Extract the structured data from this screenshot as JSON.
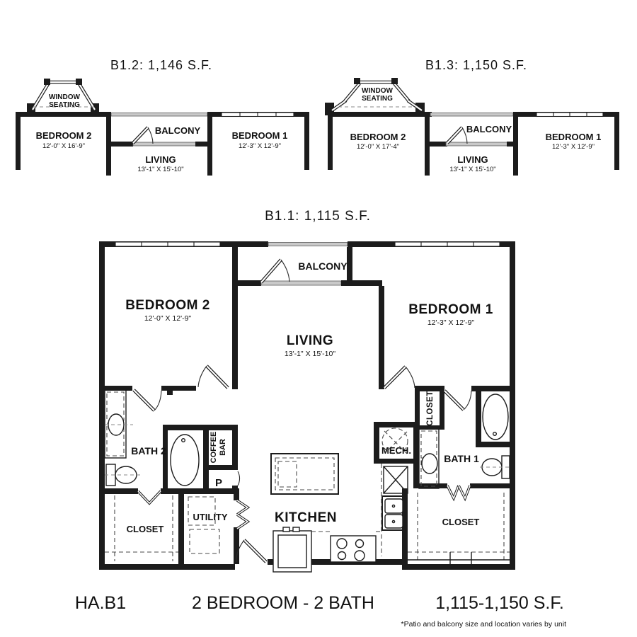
{
  "plans": {
    "b12": {
      "title": "B1.2: 1,146 S.F.",
      "window_seating": {
        "line1": "WINDOW",
        "line2": "SEATING"
      },
      "bedroom2": {
        "label": "BEDROOM 2",
        "dim": "12'-0\" X 16'-9\""
      },
      "balcony": {
        "label": "BALCONY"
      },
      "bedroom1": {
        "label": "BEDROOM 1",
        "dim": "12'-3\" X 12'-9\""
      },
      "living": {
        "label": "LIVING",
        "dim": "13'-1\" X 15'-10\""
      }
    },
    "b13": {
      "title": "B1.3: 1,150 S.F.",
      "window_seating": {
        "line1": "WINDOW",
        "line2": "SEATING"
      },
      "bedroom2": {
        "label": "BEDROOM 2",
        "dim": "12'-0\" X 17'-4\""
      },
      "balcony": {
        "label": "BALCONY"
      },
      "bedroom1": {
        "label": "BEDROOM 1",
        "dim": "12'-3\" X 12'-9\""
      },
      "living": {
        "label": "LIVING",
        "dim": "13'-1\" X 15'-10\""
      }
    },
    "b11": {
      "title": "B1.1: 1,115 S.F.",
      "bedroom2": {
        "label": "BEDROOM 2",
        "dim": "12'-0\" X 12'-9\""
      },
      "bedroom1": {
        "label": "BEDROOM 1",
        "dim": "12'-3\" X 12'-9\""
      },
      "living": {
        "label": "LIVING",
        "dim": "13'-1\" X 15'-10\""
      },
      "balcony": {
        "label": "BALCONY"
      },
      "bath2": {
        "label": "BATH 2"
      },
      "bath1": {
        "label": "BATH 1"
      },
      "mech": {
        "label": "MECH."
      },
      "kitchen": {
        "label": "KITCHEN"
      },
      "utility": {
        "label": "UTILITY"
      },
      "pantry": {
        "label": "P"
      },
      "coffee_bar": {
        "line1": "COFFEE",
        "line2": "BAR"
      },
      "closet_bedroom2": {
        "label": "CLOSET"
      },
      "closet_hall": {
        "label": "CLOSET"
      },
      "closet_bedroom1": {
        "label": "CLOSET"
      }
    }
  },
  "footer": {
    "plan_code": "HA.B1",
    "plan_type": "2 BEDROOM - 2 BATH",
    "sf_range": "1,115-1,150 S.F.",
    "note": "*Patio and balcony size and location varies by unit"
  },
  "colors": {
    "line": "#1c1c1c",
    "background": "#ffffff",
    "light_band": "#c9c9c9"
  }
}
